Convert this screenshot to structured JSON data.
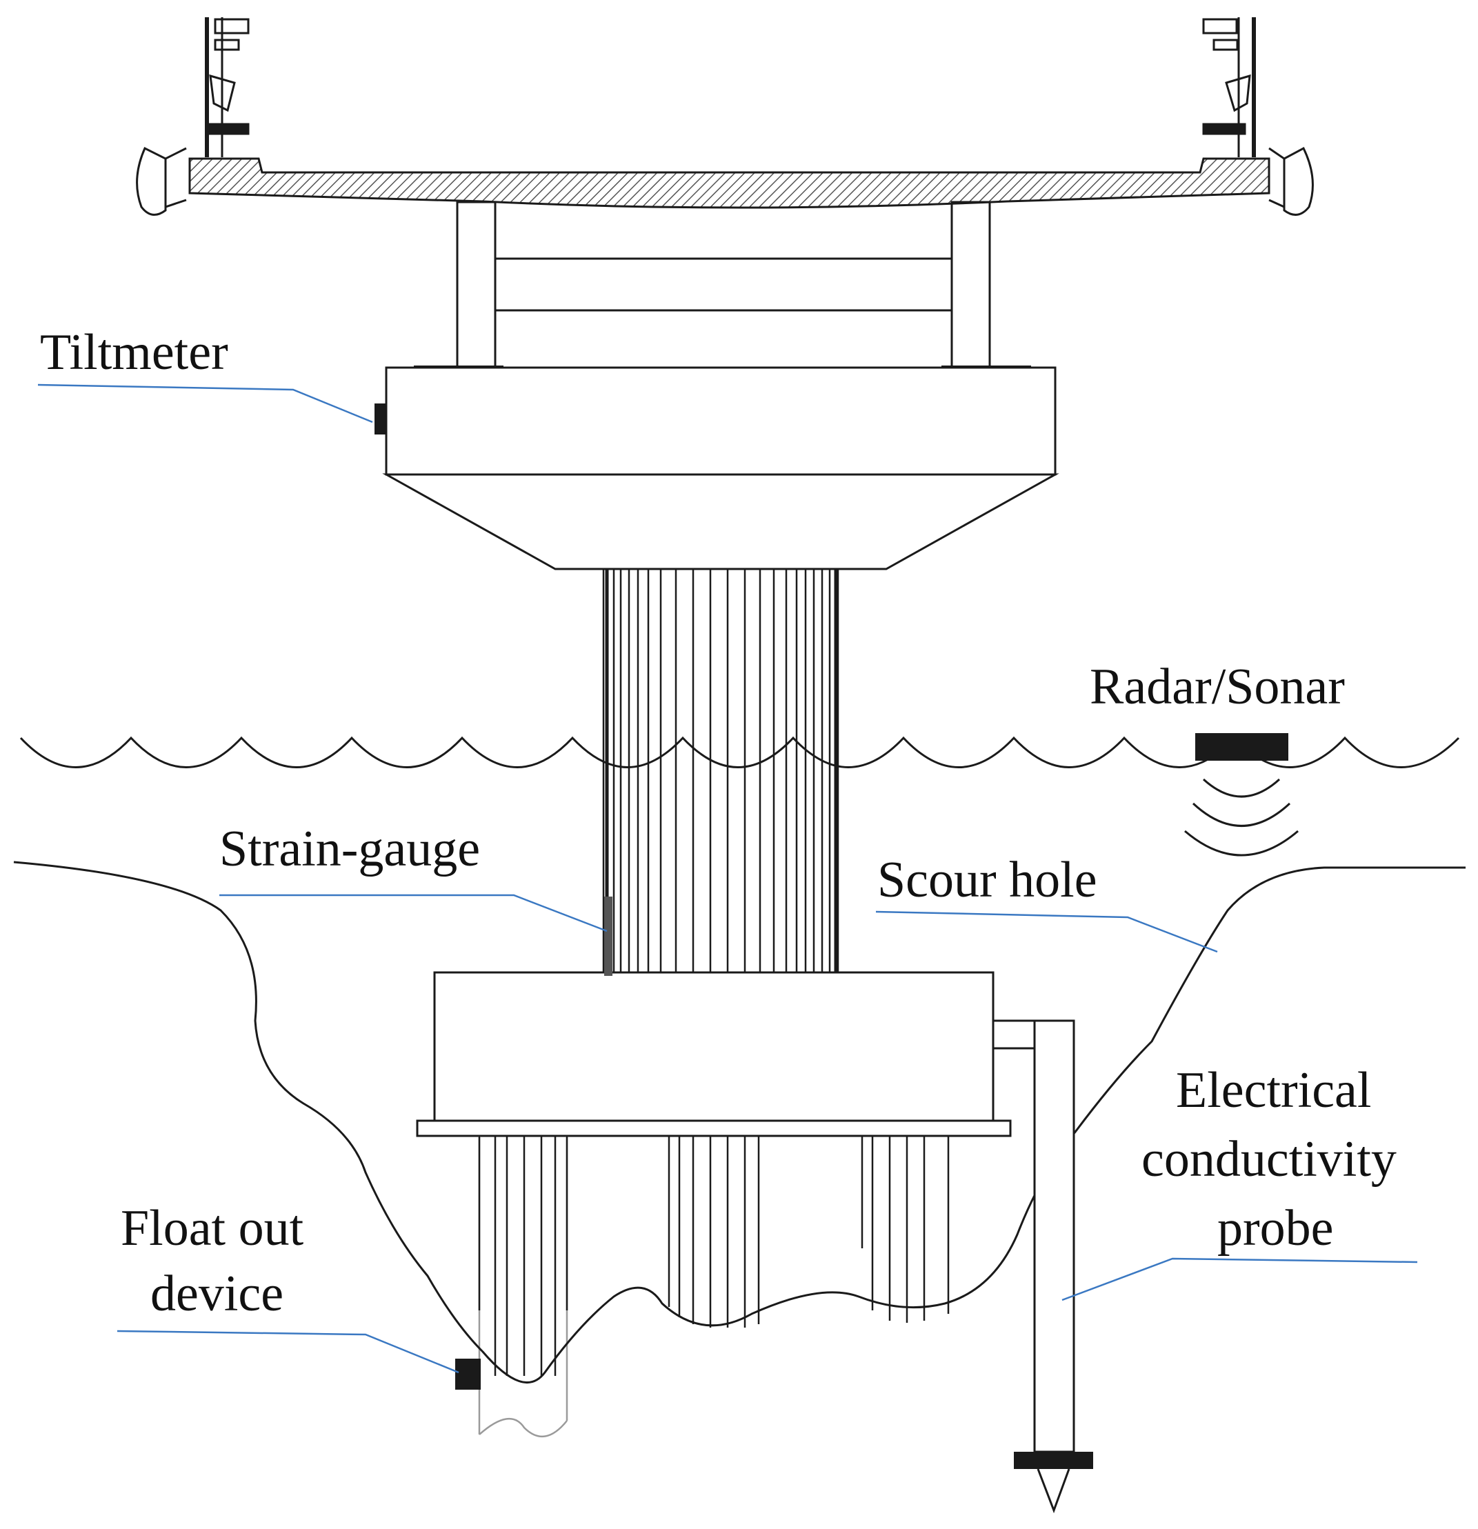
{
  "labels": {
    "tiltmeter": "Tiltmeter",
    "radar_sonar": "Radar/Sonar",
    "strain_gauge": "Strain-gauge",
    "scour_hole": "Scour hole",
    "ec_probe_line1": "Electrical",
    "ec_probe_line2": "conductivity",
    "ec_probe_line3": "probe",
    "float_out_line1": "Float out",
    "float_out_line2": "device"
  },
  "colors": {
    "stroke": "#1a1a1a",
    "leader_line": "#3a78c2",
    "sensor": "#1a1a1a",
    "hatch": "#555555"
  }
}
